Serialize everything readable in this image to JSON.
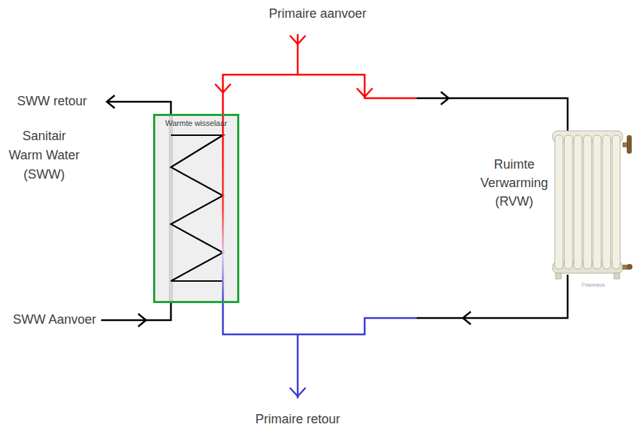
{
  "diagram": {
    "nodes": [
      {
        "text": [
          "Warmte wisselaar"
        ]
      },
      {
        "text": [
          "Ruimte Verwarming (RVW)"
        ]
      }
    ],
    "labels": [
      "Primaire aanvoer",
      "SWW retour",
      "Sanitair Warm Water (SWW)",
      "SWW Aanvoer",
      "Primaire retour",
      "©VanHeck"
    ]
  }
}
